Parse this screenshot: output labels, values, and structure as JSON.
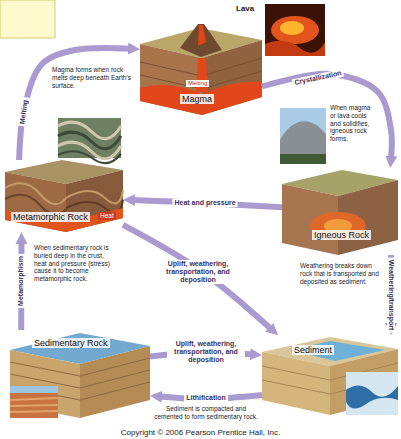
{
  "diagram": {
    "nodes": [
      {
        "text": [
          "Magma"
        ]
      },
      {
        "text": [
          "Metamorphic Rock"
        ]
      },
      {
        "text": [
          "Igneous Rock"
        ]
      },
      {
        "text": [
          "Sedimentary Rock"
        ]
      },
      {
        "text": [
          "Sediment"
        ]
      }
    ],
    "edges": [
      {
        "from": 0,
        "to": 2,
        "label": "Crystallization",
        "arrow": "to"
      },
      {
        "from": 2,
        "to": 4,
        "label": "Weathering/transport",
        "arrow": "to"
      },
      {
        "from": 4,
        "to": 3,
        "label": "Lithification",
        "arrow": "to"
      },
      {
        "from": 3,
        "to": 4,
        "label": "Uplift, weathering, transportation, and deposition",
        "arrow": "to"
      },
      {
        "from": 3,
        "to": 1,
        "label": "Metamorphism",
        "arrow": "to"
      },
      {
        "from": 1,
        "to": 0,
        "label": "Melting",
        "arrow": "to"
      },
      {
        "from": 2,
        "to": 1,
        "label": "Heat and pressure",
        "arrow": "to"
      },
      {
        "from": 1,
        "to": 4,
        "label": "Uplift, weathering, transportation, and deposition",
        "arrow": "to"
      }
    ],
    "labels": [
      "Lava",
      "Melting",
      "Magma forms when rock melts deep beneath Earth's surface.",
      "When magma or lava cools and solidifies, igneous rock forms.",
      "Heat",
      "Weathering breaks down rock that is transported and deposited as sediment.",
      "When sedimentary rock is buried deep in the crust, heat and pressure (stress) cause it to become metamorphic rock.",
      "Sediment is compacted and cemented to form sedimentary rock.",
      "Copyright © 2006 Pearson Prentice Hall, Inc."
    ]
  }
}
